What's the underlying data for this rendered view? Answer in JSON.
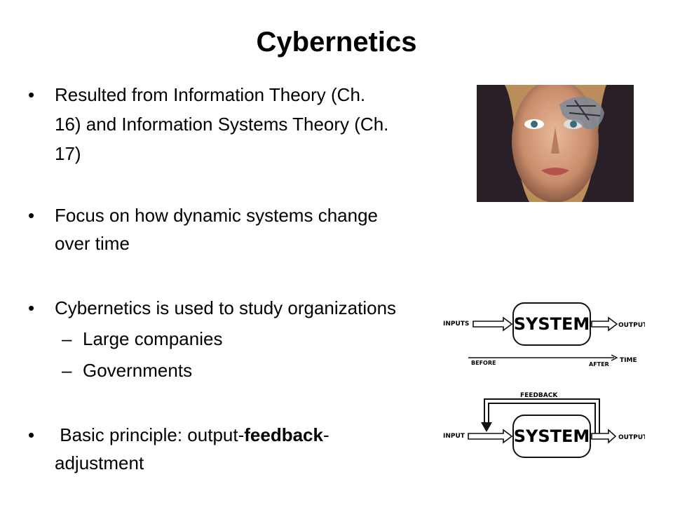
{
  "slide": {
    "title": "Cybernetics",
    "bullets": [
      {
        "symbol": "•",
        "lines": [
          "Resulted from Information Theory (Ch.",
          "16) and Information Systems Theory (Ch.",
          "17)"
        ]
      },
      {
        "symbol": "•",
        "lines": [
          "Focus on how dynamic systems change",
          "over time"
        ]
      },
      {
        "symbol": "•",
        "lines": [
          "Cybernetics is used to study organizations"
        ],
        "sub_items": [
          {
            "symbol": "–",
            "text": "Large companies"
          },
          {
            "symbol": "–",
            "text": "Governments"
          }
        ]
      },
      {
        "symbol": "•",
        "line1_pre": " Basic principle: output-",
        "line1_bold": "feedback",
        "line1_post": "-",
        "line2": "adjustment"
      }
    ]
  },
  "diagram": {
    "top": {
      "inputs": "INPUTS",
      "system": "SYSTEM",
      "outputs": "OUTPUTS"
    },
    "timeline": {
      "before": "BEFORE",
      "after": "AFTER",
      "time": "TIME"
    },
    "bottom": {
      "feedback": "FEEDBACK",
      "input": "INPUT",
      "system": "SYSTEM",
      "output": "OUTPUT"
    }
  }
}
